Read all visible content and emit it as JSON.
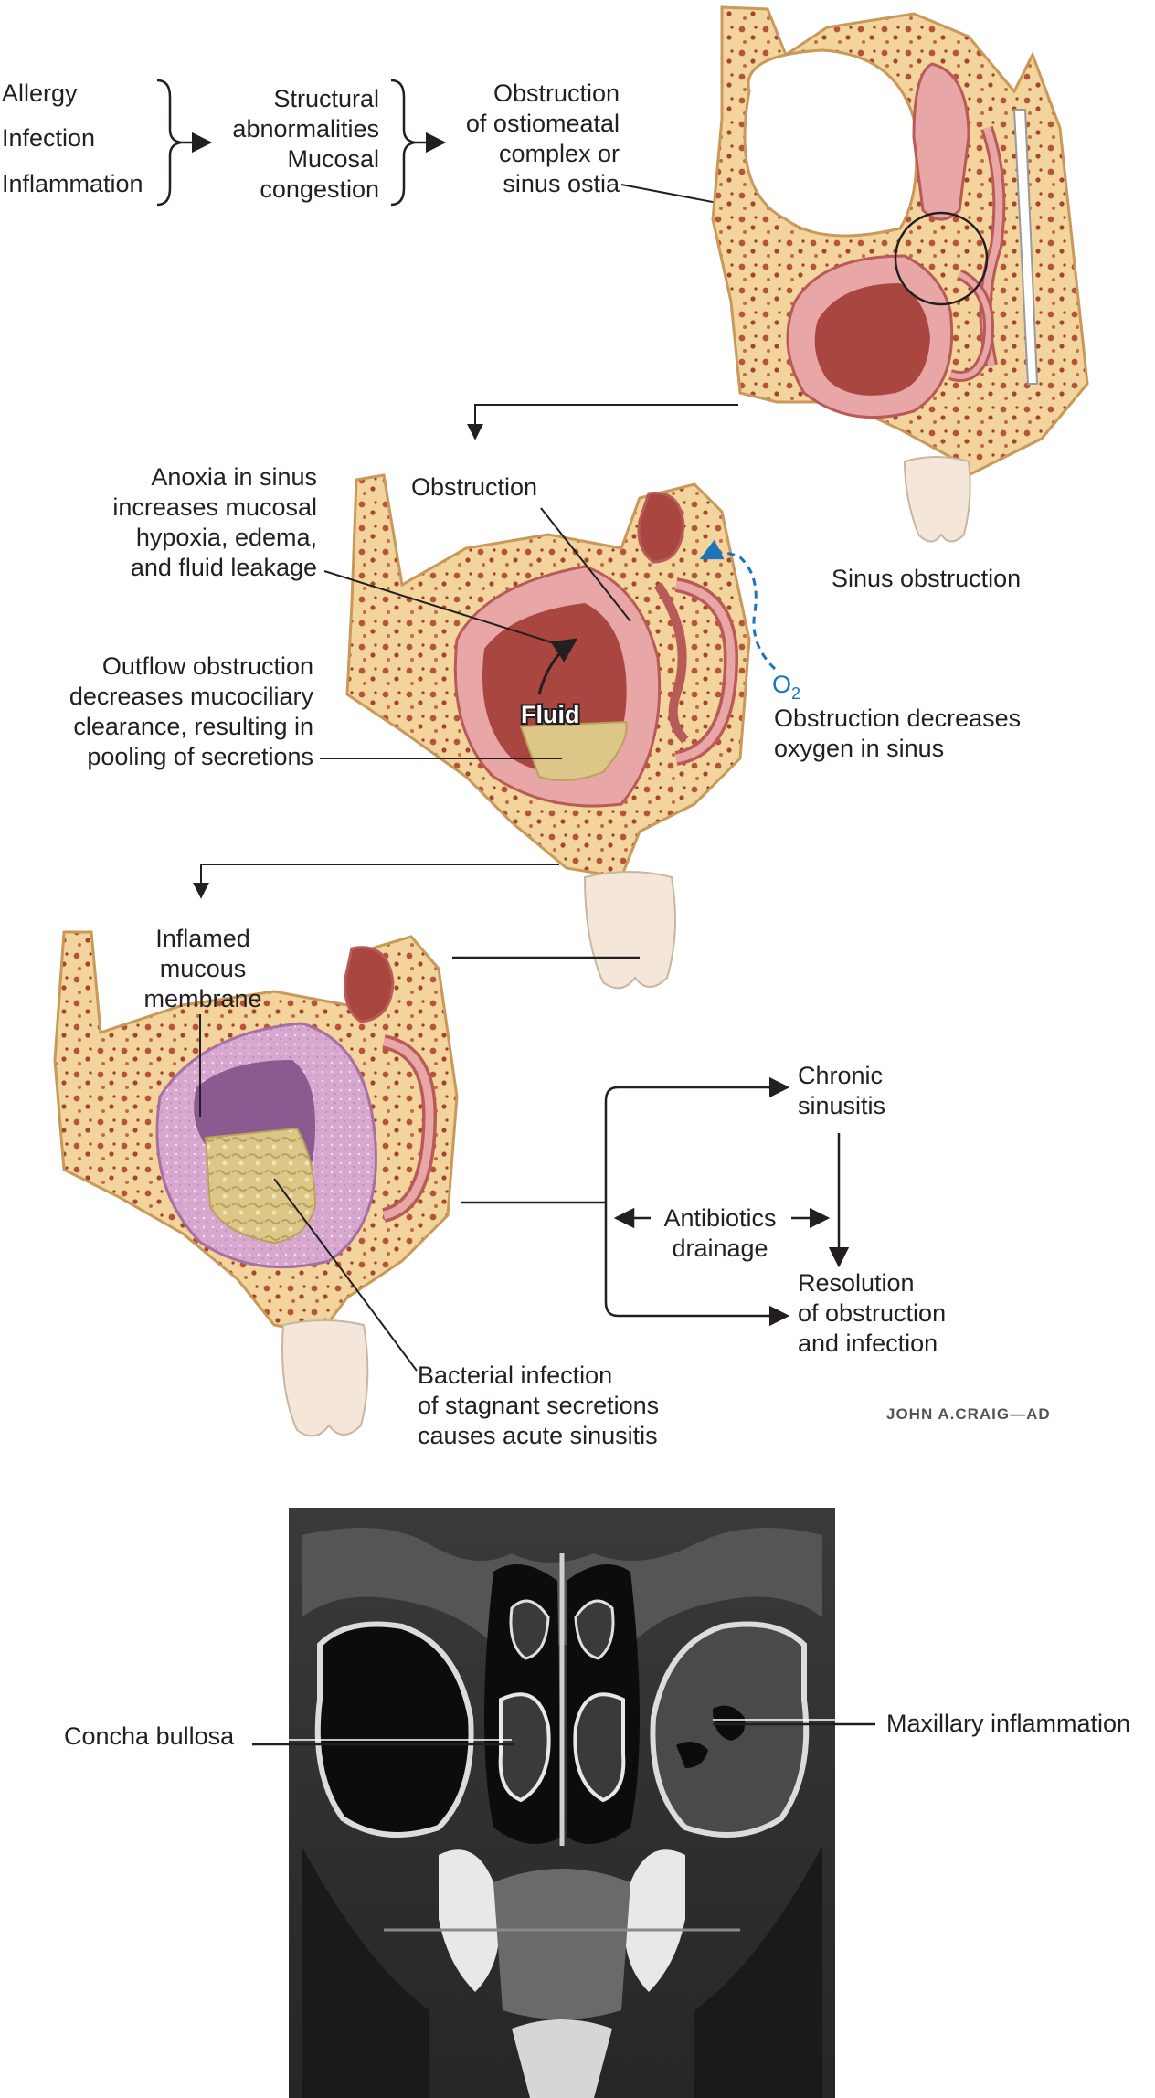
{
  "causes": [
    "Allergy",
    "Infection",
    "Inflammation"
  ],
  "conditions": [
    "Structural",
    "abnormalities",
    "Mucosal",
    "congestion"
  ],
  "obstruction_result": [
    "Obstruction",
    "of ostiomeatal",
    "complex or",
    "sinus ostia"
  ],
  "panel1_caption": "Sinus obstruction",
  "panel2": {
    "obstruction_label": "Obstruction",
    "anoxia": [
      "Anoxia in sinus",
      "increases mucosal",
      "hypoxia, edema,",
      "and fluid leakage"
    ],
    "outflow": [
      "Outflow obstruction",
      "decreases mucociliary",
      "clearance, resulting in",
      "pooling of secretions"
    ],
    "fluid_label": "Fluid",
    "o2_main": "O",
    "o2_sub": "2",
    "oxygen": [
      "Obstruction decreases",
      "oxygen in sinus"
    ]
  },
  "panel3": {
    "inflamed": [
      "Inflamed",
      "mucous",
      "membrane"
    ],
    "bacterial": [
      "Bacterial infection",
      "of stagnant secretions",
      "causes acute sinusitis"
    ]
  },
  "outcomes": {
    "chronic": [
      "Chronic",
      "sinusitis"
    ],
    "treatment": [
      "Antibiotics",
      "drainage"
    ],
    "resolution": [
      "Resolution",
      "of obstruction",
      "and infection"
    ]
  },
  "signature": "JOHN A.CRAIG—AD",
  "ct": {
    "left_label": "Concha bullosa",
    "right_label": "Maxillary inflammation"
  },
  "colors": {
    "bone": "#f2d49c",
    "bone_edge": "#c9995a",
    "bone_pore": "#b5543a",
    "mucosa": "#e9a6a6",
    "mucosa_dark": "#b85a58",
    "sinus_cavity": "#a8463f",
    "inflamed": "#d8a6cf",
    "pus": "#dcc789",
    "tooth": "#f4e6d8",
    "o2_blue": "#1b75bc"
  }
}
